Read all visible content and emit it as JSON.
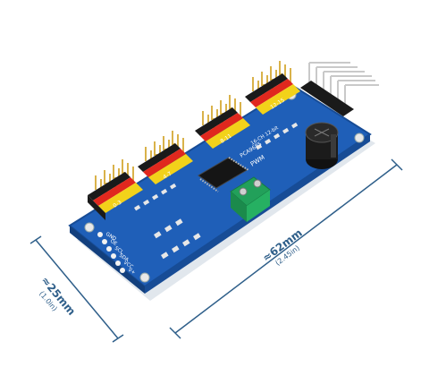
{
  "board": {
    "chip_label": "PCA9685",
    "pwm_label": "PWM",
    "channel_label": "16-CH 12-bit",
    "silk_labels": [
      "GND",
      "OE",
      "SCL",
      "SDA",
      "VCC",
      "V+",
      "GND"
    ],
    "group_labels": [
      "0-3",
      "4-7",
      "8-11",
      "12-15"
    ],
    "colors": {
      "pcb": "#1f5fb8",
      "pcb_edge": "#174c96",
      "header_black": "#1a1a1a",
      "header_red": "#e0281e",
      "header_yellow": "#f2d21a",
      "pins": "#d9b24a",
      "terminal": "#22a05a",
      "capacitor": "#1b1b1b"
    }
  },
  "dimensions": {
    "width_main": "≈25mm",
    "width_sub": "(1.0in)",
    "length_main": "≈62mm",
    "length_sub": "(2.45in)",
    "color": "#2f5f8a"
  }
}
